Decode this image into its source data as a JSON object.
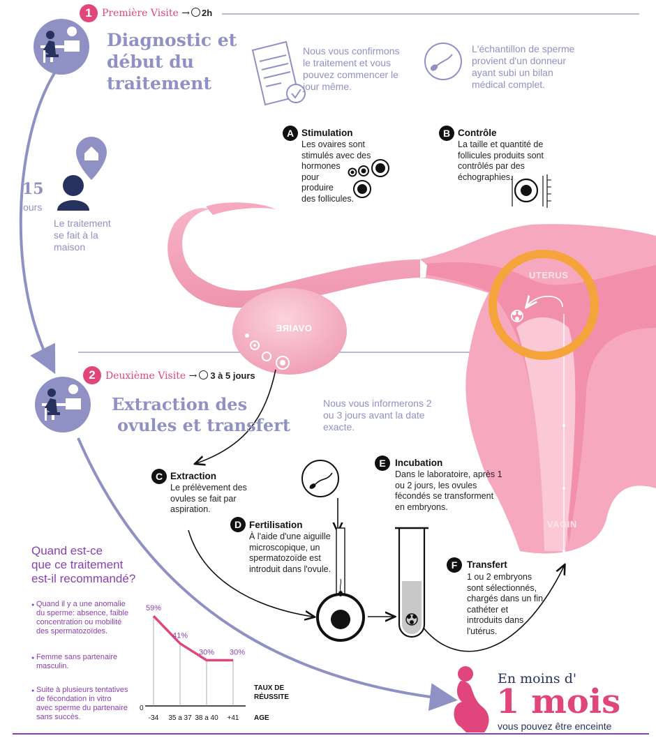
{
  "visit1": {
    "number": "1",
    "label": "Première Visite",
    "arrow": "→",
    "duration": "2h",
    "title": [
      "Diagnostic et",
      "début du",
      "traitement"
    ],
    "confirm_text": [
      "Nous vous confirmons",
      "le traitement et vous",
      "pouvez commencer le",
      "jour même."
    ],
    "sample_text": [
      "L'échantillon de sperme",
      "provient d'un donneur",
      "ayant subi un bilan",
      "médical complet."
    ]
  },
  "interval": {
    "days_num": "15",
    "days_unit": "jours",
    "home_text": [
      "Le traitement",
      "se fait à la",
      "maison"
    ]
  },
  "steps": {
    "a": {
      "letter": "A",
      "title": "Stimulation",
      "text": [
        "Les ovaires sont",
        "stimulés avec des",
        "hormones",
        "pour",
        "produire",
        "des follicules."
      ]
    },
    "b": {
      "letter": "B",
      "title": "Contrôle",
      "text": [
        "La taille et quantité de",
        "follicules produits sont",
        "contrôlés par des",
        "échographies."
      ]
    },
    "c": {
      "letter": "C",
      "title": "Extraction",
      "text": [
        "Le prélèvement des",
        "ovules se fait par",
        "aspiration."
      ]
    },
    "d": {
      "letter": "D",
      "title": "Fertilisation",
      "text": [
        "À l'aide d'une aiguille",
        "microscopique, un",
        "spermatozoïde est",
        "introduit dans l'ovule."
      ]
    },
    "e": {
      "letter": "E",
      "title": "Incubation",
      "text": [
        "Dans le laboratoire, après 1",
        "ou 2 jours, les ovules",
        "fécondés se transforment",
        "en embryons."
      ]
    },
    "f": {
      "letter": "F",
      "title": "Transfert",
      "text": [
        "1 ou 2 embryons",
        "sont sélectionnés,",
        "chargés dans un fin",
        "cathéter et",
        "introduits dans",
        "l'utérus."
      ]
    }
  },
  "organs": {
    "ovary": "OVAIRE",
    "uterus": "UTERUS",
    "vagina": "VAGIN"
  },
  "visit2": {
    "number": "2",
    "label": "Deuxième Visite",
    "arrow": "→",
    "duration": "3 à 5 jours",
    "title": [
      "Extraction des",
      "ovules et transfert"
    ],
    "inform_text": [
      "Nous vous informerons 2",
      "ou 3 jours avant la date",
      "exacte."
    ]
  },
  "recommend": {
    "title": [
      "Quand est-ce",
      "que ce traitement",
      "est-il recommandé?"
    ],
    "bullets": [
      [
        "Quand il y a une anomalie",
        "du sperme: absence, faible",
        "concentration ou mobilité",
        "des spermatozoïdes."
      ],
      [
        "Femme sans partenaire",
        "masculin."
      ],
      [
        "Suite à plusieurs tentatives",
        "de fécondation in vitro",
        "avec sperme du partenaire",
        "sans succès."
      ]
    ]
  },
  "chart_data": {
    "type": "line",
    "categories": [
      "-34",
      "35 a 37",
      "38 a 40",
      "+41"
    ],
    "values": [
      59,
      41,
      30,
      30
    ],
    "value_labels": [
      "59%",
      "41%",
      "30%",
      "30%"
    ],
    "ylabel": [
      "TAUX DE",
      "RÉUSSITE"
    ],
    "xlabel": "AGE",
    "y_zero_label": "0",
    "ylim": [
      0,
      65
    ],
    "line_color": "#e0457b"
  },
  "outcome": {
    "prefix": "En moins d'",
    "big": "1 mois",
    "suffix": "vous pouvez être enceinte"
  },
  "colors": {
    "lavender": "#8f91c4",
    "pink": "#e0457b",
    "organ_pink": "#f6a9be",
    "purple": "#8a3fb0",
    "orange": "#f5a33b"
  }
}
